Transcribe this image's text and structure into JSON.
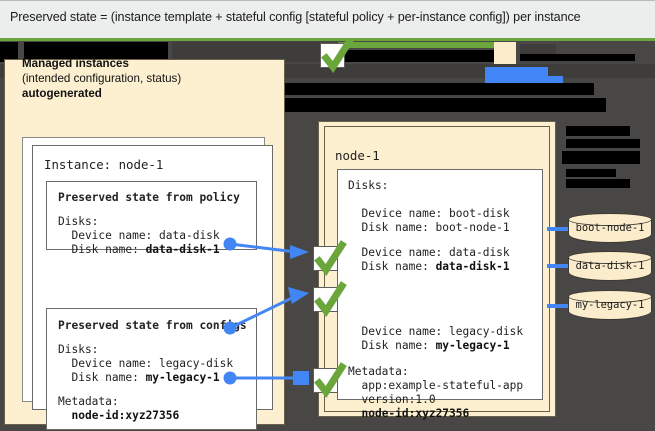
{
  "caption": {
    "text": "Preserved state = (instance template + stateful config [stateful policy + per-instance config]) per instance"
  },
  "colors": {
    "canvas_bg": "#494745",
    "panel_cream": "#fdf0d0",
    "disk_cream": "#fbeccb",
    "accent_green": "#6aa63c",
    "accent_blue": "#4285f4",
    "caption_bg": "#eceeed",
    "border_dark": "#6b6149"
  },
  "left_panel": {
    "heading": "Managed instances",
    "subheading": "(intended configuration, status)",
    "emphasis": "autogenerated",
    "instance_card": {
      "title": "Instance: node-1",
      "policy_box": {
        "title": "Preserved state from policy",
        "lines": [
          "Disks:",
          "  Device name: data-disk",
          "  Disk name: "
        ],
        "disk_name": "data-disk-1"
      },
      "configs_box": {
        "title": "Preserved state from configs",
        "lines": [
          "Disks:",
          "  Device name: legacy-disk",
          "  Disk name: "
        ],
        "disk_name": "my-legacy-1",
        "metadata_label": "Metadata:",
        "metadata_value": "node-id:xyz27356"
      }
    }
  },
  "right_panel": {
    "title": "node-1",
    "disks_label": "Disks:",
    "disk_entries": [
      {
        "device_line": "  Device name: boot-disk",
        "disk_line": "  Disk name: boot-node-1",
        "bold_value": "",
        "checked": false
      },
      {
        "device_line": "  Device name: data-disk",
        "disk_line": "  Disk name: ",
        "bold_value": "data-disk-1",
        "checked": true
      },
      {
        "device_line": "  Device name: legacy-disk",
        "disk_line": "  Disk name: ",
        "bold_value": "my-legacy-1",
        "checked": true
      }
    ],
    "metadata_label": "Metadata:",
    "metadata_lines": [
      "  app:example-stateful-app",
      "  version:1.0"
    ],
    "metadata_bold": "node-id:xyz27356"
  },
  "disks": [
    {
      "label": "boot-node-1"
    },
    {
      "label": "data-disk-1"
    },
    {
      "label": "my-legacy-1"
    }
  ],
  "icons": {
    "check": "check-icon"
  }
}
